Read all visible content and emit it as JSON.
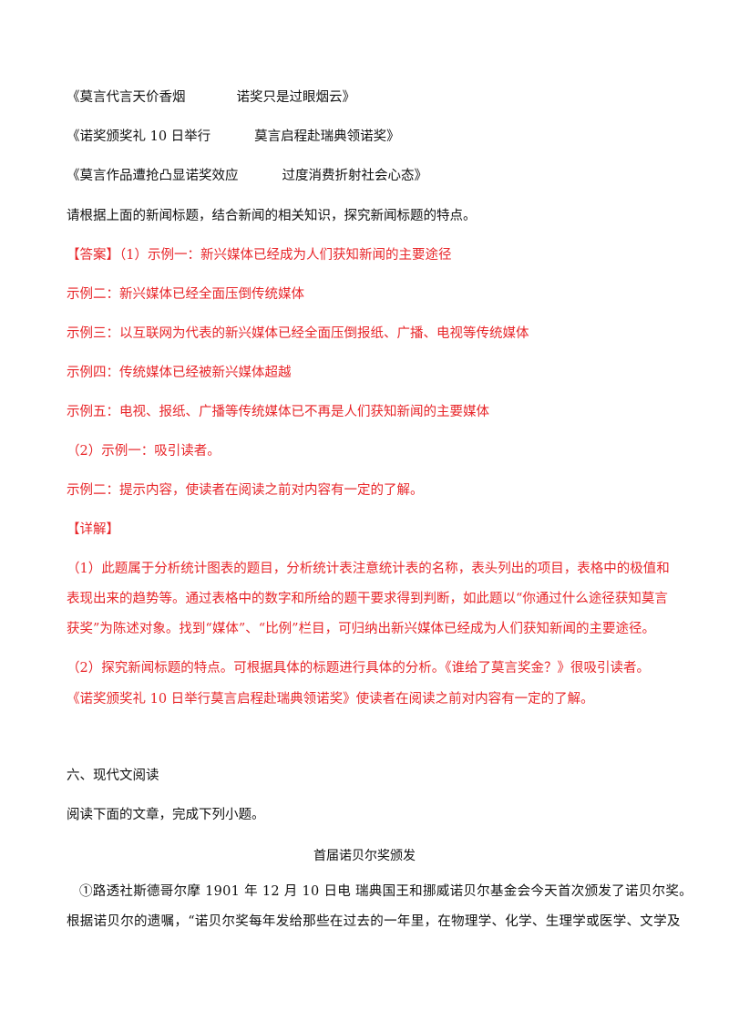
{
  "headlines": [
    {
      "left": "《莫言代言天价香烟",
      "right": "诺奖只是过眼烟云》"
    },
    {
      "left": "《诺奖颁奖礼 10 日举行",
      "right": "莫言启程赴瑞典领诺奖》"
    },
    {
      "left": "《莫言作品遭抢凸显诺奖效应",
      "right": "过度消费折射社会心态》"
    }
  ],
  "question": "请根据上面的新闻标题，结合新闻的相关知识，探究新闻标题的特点。",
  "answer": {
    "tag": "【答案】",
    "lines": [
      "（1）示例一：新兴媒体已经成为人们获知新闻的主要途径",
      "示例二：新兴媒体已经全面压倒传统媒体",
      "示例三：以互联网为代表的新兴媒体已经全面压倒报纸、广播、电视等传统媒体",
      "示例四：传统媒体已经被新兴媒体超越",
      "示例五：电视、报纸、广播等传统媒体已不再是人们获知新闻的主要媒体",
      "（2）示例一：吸引读者。",
      "示例二：提示内容，使读者在阅读之前对内容有一定的了解。"
    ]
  },
  "detail": {
    "tag": "【详解】",
    "p1": [
      "（1）此题属于分析统计图表的题目，分析统计表注意统计表的名称，表头列出的项目，表格中的极值和",
      "表现出来的趋势等。通过表格中的数字和所给的题干要求得到判断，如此题以“你通过什么途径获知莫言",
      "获奖”为陈述对象。找到“媒体”、“比例”栏目，可归纳出新兴媒体已经成为人们获知新闻的主要途径。"
    ],
    "p2": [
      "（2）探究新闻标题的特点。可根据具体的标题进行具体的分析。《谁给了莫言奖金？》很吸引读者。",
      "《诺奖颁奖礼 10 日举行莫言启程赴瑞典领诺奖》使读者在阅读之前对内容有一定的了解。"
    ]
  },
  "section": "六、现代文阅读",
  "instruction": "阅读下面的文章，完成下列小题。",
  "article": {
    "title": "首届诺贝尔奖颁发",
    "lines": [
      "①路透社斯德哥尔摩 1901 年 12 月 10 日电  瑞典国王和挪威诺贝尔基金会今天首次颁发了诺贝尔奖。",
      "根据诺贝尔的遗嘱，“诺贝尔奖每年发给那些在过去的一年里，在物理学、化学、生理学或医学、文学及"
    ]
  }
}
